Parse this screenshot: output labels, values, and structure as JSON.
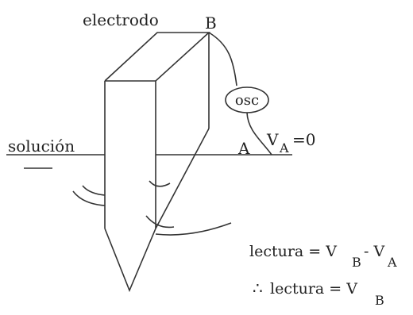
{
  "labels": {
    "electrode": "electrodo",
    "point_b": "B",
    "oscilloscope": "osc",
    "point_a": "A",
    "va_v": "V",
    "va_sub": "A",
    "va_eq": "=0",
    "solution": "solución"
  },
  "equations": {
    "eq1_lhs": "lectura = V",
    "eq1_sub_b": "B",
    "eq1_minus": "- V",
    "eq1_sub_a": "A",
    "therefore": "∴",
    "eq2_lhs": "lectura = V",
    "eq2_sub_b": "B"
  }
}
